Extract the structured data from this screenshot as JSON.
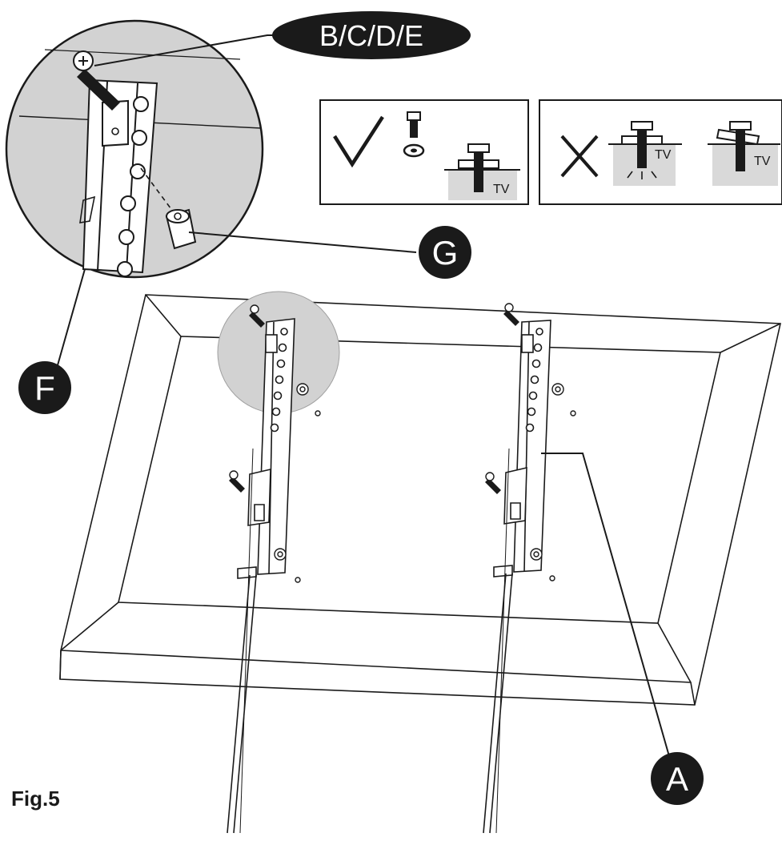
{
  "figure": {
    "caption": "Fig.5",
    "callouts": {
      "screws": "B/C/D/E",
      "washer": "G",
      "bracket_clip": "F",
      "bracket": "A"
    },
    "legend": {
      "correct_tv_label": "TV",
      "wrong_tv_label_1": "TV",
      "wrong_tv_label_2": "TV"
    },
    "colors": {
      "ink": "#1a1a1a",
      "magnifier_fill": "#d2d2d2",
      "tv_surface_fill": "#d9d9d9",
      "background": "#ffffff"
    },
    "icons": [
      "check-mark-icon",
      "cross-mark-icon",
      "screw-icon",
      "washer-icon"
    ]
  }
}
